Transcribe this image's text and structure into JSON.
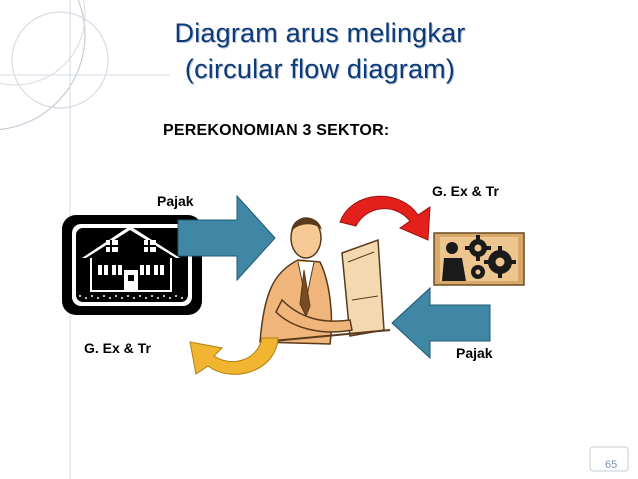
{
  "slide": {
    "title_line1": "Diagram arus melingkar",
    "title_line2": "(circular flow diagram)",
    "subtitle": "PEREKONOMIAN 3 SEKTOR:",
    "page_number": "65"
  },
  "flows": [
    {
      "label": "Pajak"
    },
    {
      "label": "G. Ex & Tr"
    },
    {
      "label": "G. Ex & Tr"
    },
    {
      "label": "Pajak"
    }
  ],
  "colors": {
    "title": "#0d3a78",
    "blue_arrow": "#3f87a4",
    "red_arrow": "#e3201b",
    "yellow_arrow": "#f2b531",
    "house": "#000000",
    "deco_lines": "#c6cdd6"
  },
  "icons": {
    "household": "house-icon",
    "government": "government-worker-icon",
    "firm": "factory-gears-icon"
  }
}
